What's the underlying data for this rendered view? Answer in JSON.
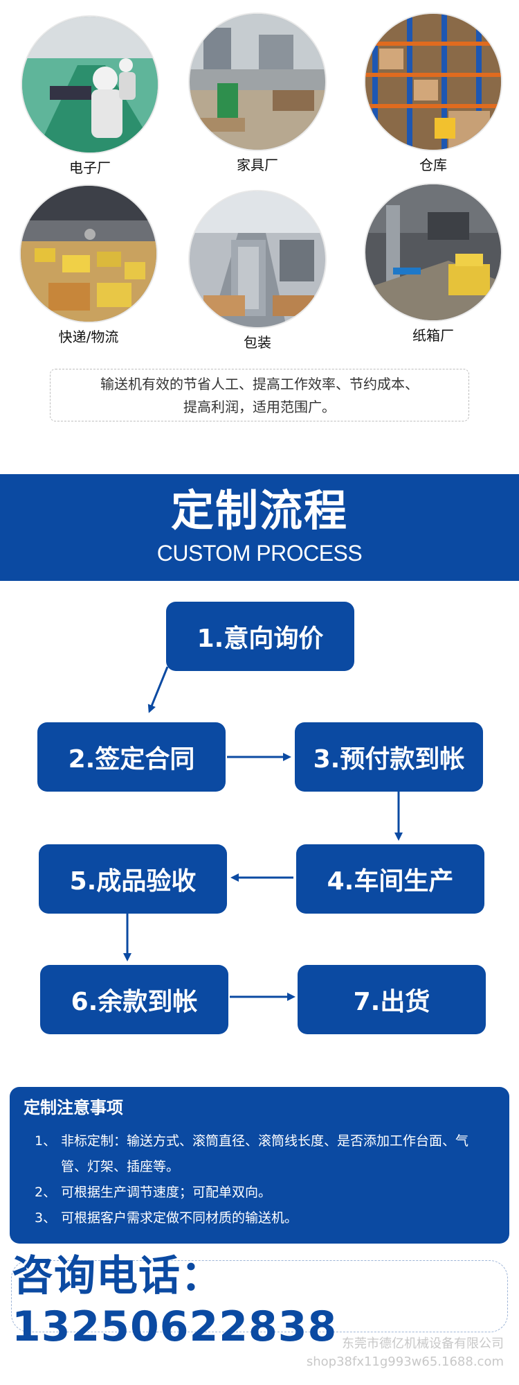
{
  "industries": [
    {
      "label": "电子厂",
      "icon": "electronics-factory-photo"
    },
    {
      "label": "家具厂",
      "icon": "furniture-factory-photo"
    },
    {
      "label": "仓库",
      "icon": "warehouse-photo"
    },
    {
      "label": "快递/物流",
      "icon": "logistics-photo"
    },
    {
      "label": "包装",
      "icon": "packaging-photo"
    },
    {
      "label": "纸箱厂",
      "icon": "carton-factory-photo"
    }
  ],
  "intro": {
    "line1": "输送机有效的节省人工、提高工作效率、节约成本、",
    "line2": "提高利润，适用范围广。"
  },
  "banner": {
    "title": "定制流程",
    "subtitle": "CUSTOM PROCESS"
  },
  "process": {
    "steps": [
      "1.意向询价",
      "2.签定合同",
      "3.预付款到帐",
      "4.车间生产",
      "5.成品验收",
      "6.余款到帐",
      "7.出货"
    ]
  },
  "notes": {
    "title": "定制注意事项",
    "items": [
      {
        "num": "1、",
        "text": "非标定制：输送方式、滚筒直径、滚筒线长度、是否添加工作台面、气管、灯架、插座等。"
      },
      {
        "num": "2、",
        "text": "可根据生产调节速度；可配单双向。"
      },
      {
        "num": "3、",
        "text": "可根据客户需求定做不同材质的输送机。"
      }
    ]
  },
  "contact": {
    "phone_text": "咨询电话：13250622838"
  },
  "watermark": {
    "company": "东莞市德亿机械设备有限公司",
    "url": "shop38fx11g993w65.1688.com"
  },
  "colors": {
    "brand_blue": "#0b4aa2",
    "white": "#ffffff"
  }
}
